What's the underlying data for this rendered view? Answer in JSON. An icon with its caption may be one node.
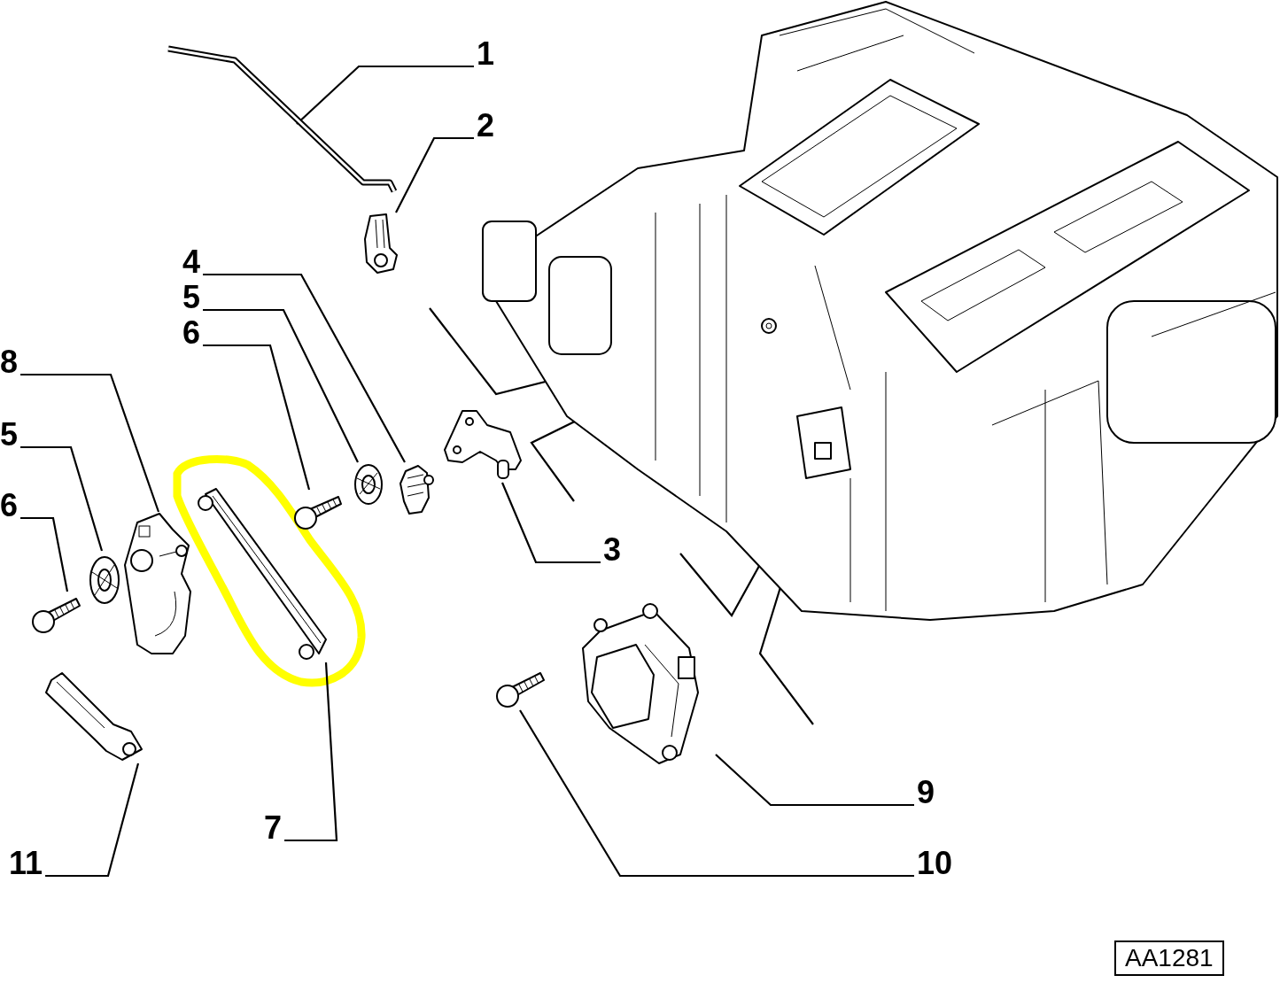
{
  "diagram": {
    "nodes": [
      {
        "text": [
          "1"
        ]
      },
      {
        "text": [],
        "shape": "picture"
      },
      {
        "text": [
          "2"
        ]
      },
      {
        "text": [],
        "shape": "picture"
      },
      {
        "text": [],
        "shape": "picture"
      },
      {
        "text": [],
        "shape": "circle",
        "in": 4
      },
      {
        "text": [],
        "shape": "box",
        "in": 4
      },
      {
        "text": [
          "4"
        ]
      },
      {
        "text": [],
        "shape": "picture"
      },
      {
        "text": [
          "5"
        ]
      },
      {
        "text": [],
        "shape": "picture"
      },
      {
        "text": [
          "6"
        ]
      },
      {
        "text": [],
        "shape": "picture"
      },
      {
        "text": [
          "8"
        ]
      },
      {
        "text": [],
        "shape": "picture"
      },
      {
        "text": [
          "5"
        ]
      },
      {
        "text": [],
        "shape": "picture"
      },
      {
        "text": [
          "6"
        ]
      },
      {
        "text": [],
        "shape": "picture"
      },
      {
        "text": [],
        "shape": "picture"
      },
      {
        "text": [],
        "shape": "picture"
      },
      {
        "text": [
          "3"
        ]
      },
      {
        "text": [],
        "shape": "picture"
      },
      {
        "text": [],
        "shape": "picture"
      },
      {
        "text": [],
        "shape": "picture"
      },
      {
        "text": [
          "9"
        ]
      },
      {
        "text": [
          "7"
        ]
      },
      {
        "text": [
          "11"
        ]
      },
      {
        "text": [
          "10"
        ]
      }
    ],
    "edges": [
      {
        "from": 0,
        "to": 1,
        "arrow": "none"
      },
      {
        "from": 2,
        "to": 3,
        "arrow": "none"
      },
      {
        "from": 7,
        "to": 8,
        "arrow": "none"
      },
      {
        "from": 9,
        "to": 10,
        "arrow": "none"
      },
      {
        "from": 11,
        "to": 12,
        "arrow": "none"
      },
      {
        "from": 13,
        "to": 14,
        "arrow": "none"
      },
      {
        "from": 15,
        "to": 16,
        "arrow": "none"
      },
      {
        "from": 17,
        "to": 18,
        "arrow": "none"
      },
      {
        "from": 21,
        "to": 19,
        "arrow": "none"
      },
      {
        "from": 25,
        "to": 22,
        "arrow": "none"
      },
      {
        "from": 26,
        "to": 20,
        "arrow": "none"
      },
      {
        "from": 27,
        "to": 24,
        "arrow": "none"
      },
      {
        "from": 28,
        "to": 23,
        "arrow": "none"
      },
      {
        "from": null,
        "to": 5,
        "arrow": "none"
      },
      {
        "from": null,
        "to": 5,
        "arrow": "none"
      },
      {
        "from": null,
        "to": 6,
        "arrow": "none"
      },
      {
        "from": null,
        "to": 6,
        "arrow": "none"
      }
    ],
    "labels": [
      "AA1281"
    ]
  }
}
